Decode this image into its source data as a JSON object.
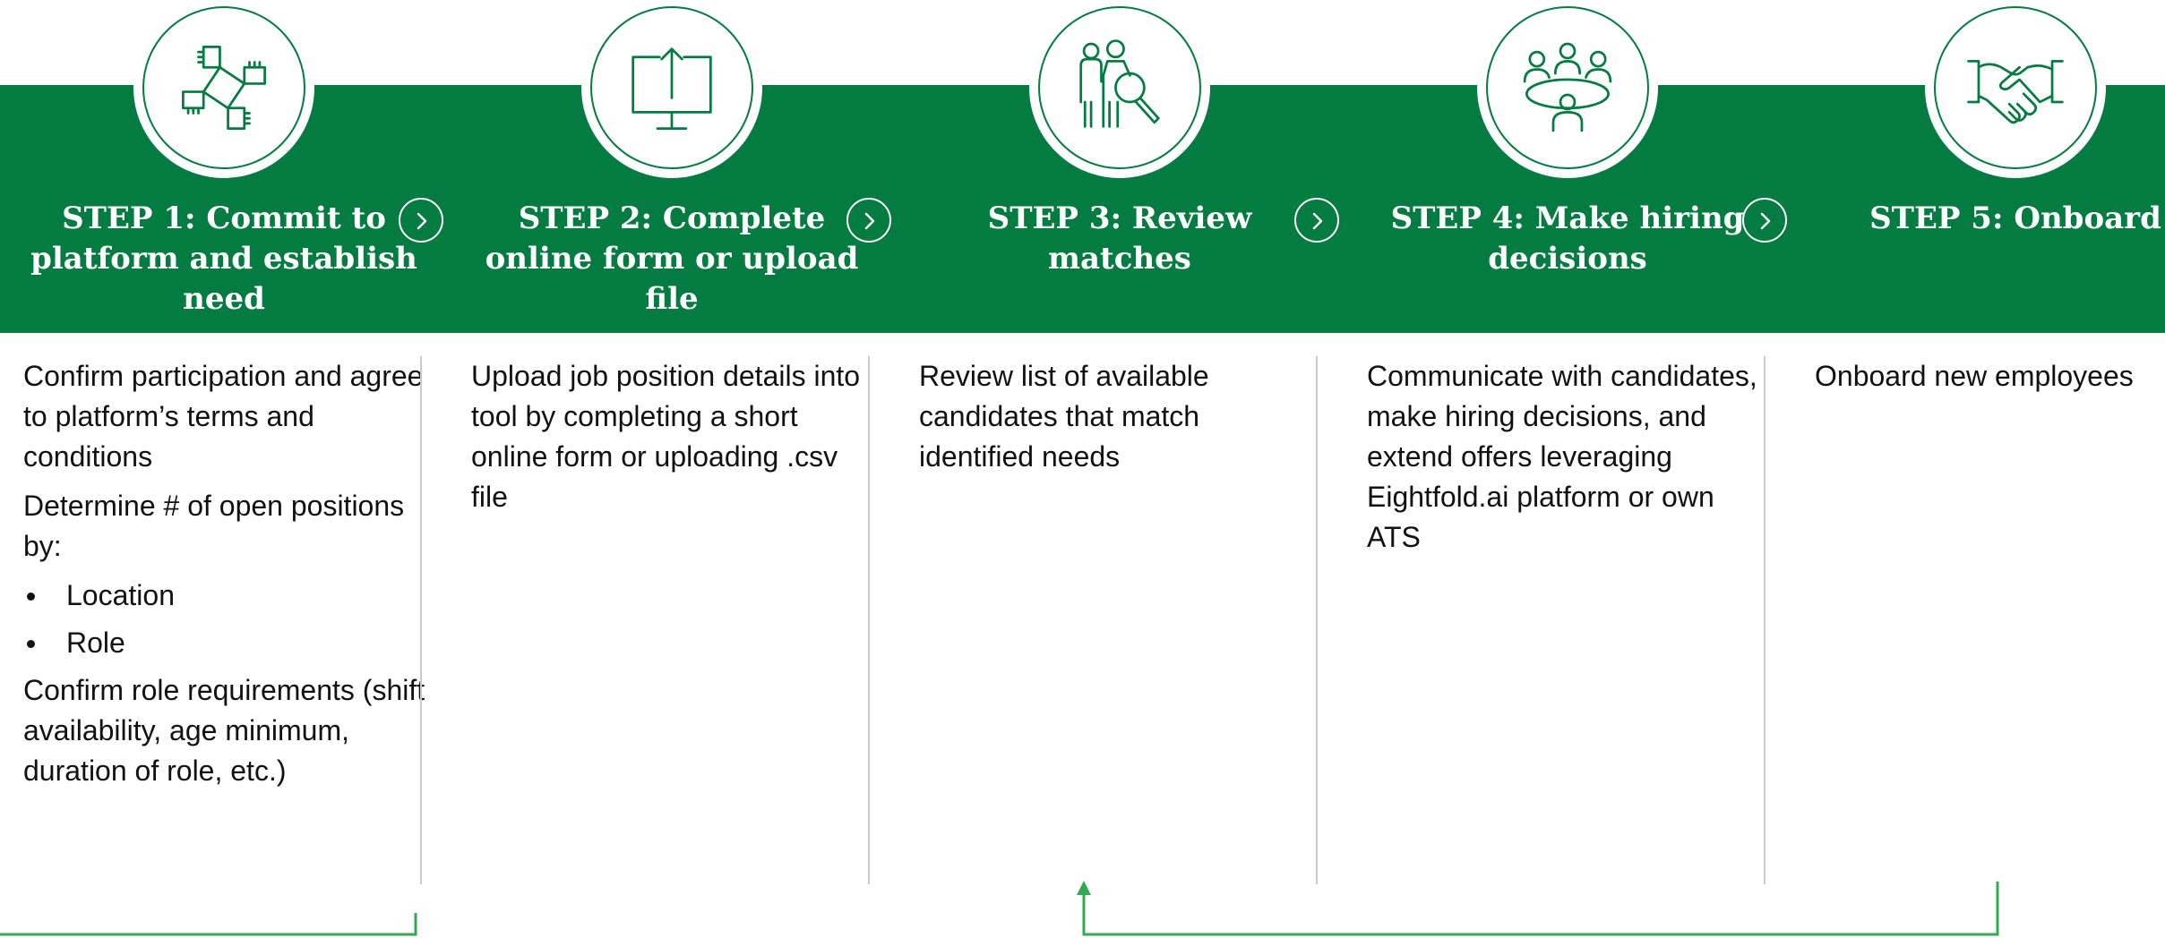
{
  "colors": {
    "accent": "#047b40",
    "connector": "#35a853",
    "text": "#111111"
  },
  "steps": [
    {
      "icon": "linked-hands-icon",
      "title": "STEP 1: Commit to platform and establish need",
      "body_1": "Confirm participation and agree to platform’s terms and conditions",
      "body_2": "Determine # of open positions by:",
      "bullets": [
        "Location",
        "Role"
      ],
      "body_3": "Confirm role requirements (shift availability, age minimum, duration of role, etc.)"
    },
    {
      "icon": "upload-monitor-icon",
      "title": "STEP 2: Complete online form or upload file",
      "body_1": "Upload job position details into tool by completing a short online form or uploading .csv file"
    },
    {
      "icon": "people-search-icon",
      "title": "STEP 3: Review matches",
      "body_1": "Review list of available candidates that match identified needs"
    },
    {
      "icon": "meeting-table-icon",
      "title": "STEP 4: Make hiring decisions",
      "body_1": "Communicate with candidates, make hiring decisions, and extend offers leveraging Eightfold.ai platform or own ATS"
    },
    {
      "icon": "handshake-icon",
      "title": "STEP 5: Onboard",
      "body_1": "Onboard new employees"
    }
  ],
  "arrows": [
    "chevron-right-icon",
    "chevron-right-icon",
    "chevron-right-icon",
    "chevron-right-icon"
  ]
}
